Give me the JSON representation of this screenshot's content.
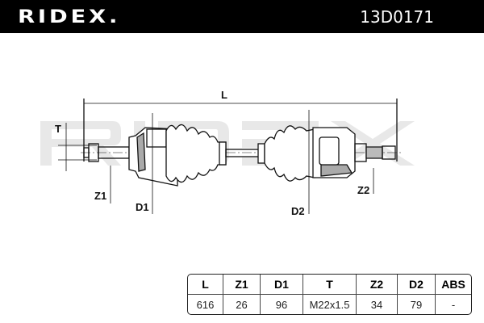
{
  "header": {
    "brand": "RIDEX.",
    "part_number": "13D0171"
  },
  "diagram": {
    "labels": {
      "L": "L",
      "T": "T",
      "Z1": "Z1",
      "D1": "D1",
      "D2": "D2",
      "Z2": "Z2"
    },
    "watermark": "RIDEX"
  },
  "specs": {
    "headers": [
      "L",
      "Z1",
      "D1",
      "T",
      "Z2",
      "D2",
      "ABS"
    ],
    "values": [
      "616",
      "26",
      "96",
      "M22x1.5",
      "34",
      "79",
      "-"
    ]
  }
}
